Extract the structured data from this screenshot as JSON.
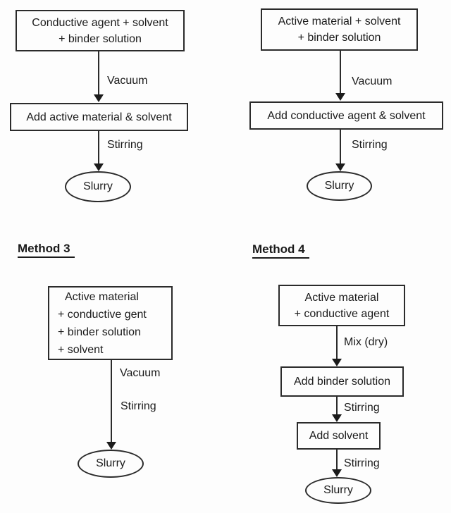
{
  "flow1": {
    "source_line1": "Conductive agent + solvent",
    "source_line2": "+ binder solution",
    "edge1_label": "Vacuum",
    "step2_label": "Add active material & solvent",
    "edge2_label": "Stirring",
    "terminal_label": "Slurry"
  },
  "flow2": {
    "source_line1": "Active material + solvent",
    "source_line2": "+ binder solution",
    "edge1_label": "Vacuum",
    "step2_label": "Add conductive agent & solvent",
    "edge2_label": "Stirring",
    "terminal_label": "Slurry"
  },
  "flow3": {
    "heading": "Method 3",
    "source_line1": "Active material",
    "source_line2": "+ conductive gent",
    "source_line3": "+ binder solution",
    "source_line4": "+ solvent",
    "edge1_label": "Vacuum",
    "edge2_label": "Stirring",
    "terminal_label": "Slurry"
  },
  "flow4": {
    "heading": "Method 4",
    "source_line1": "Active material",
    "source_line2": "+ conductive agent",
    "edge1_label": "Mix (dry)",
    "step2_label": "Add binder solution",
    "edge2_label": "Stirring",
    "step3_label": "Add solvent",
    "edge3_label": "Stirring",
    "terminal_label": "Slurry"
  },
  "colors": {
    "ink": "#1b1b1b",
    "box_border": "#2b2b2b",
    "background": "#fdfdfd"
  }
}
